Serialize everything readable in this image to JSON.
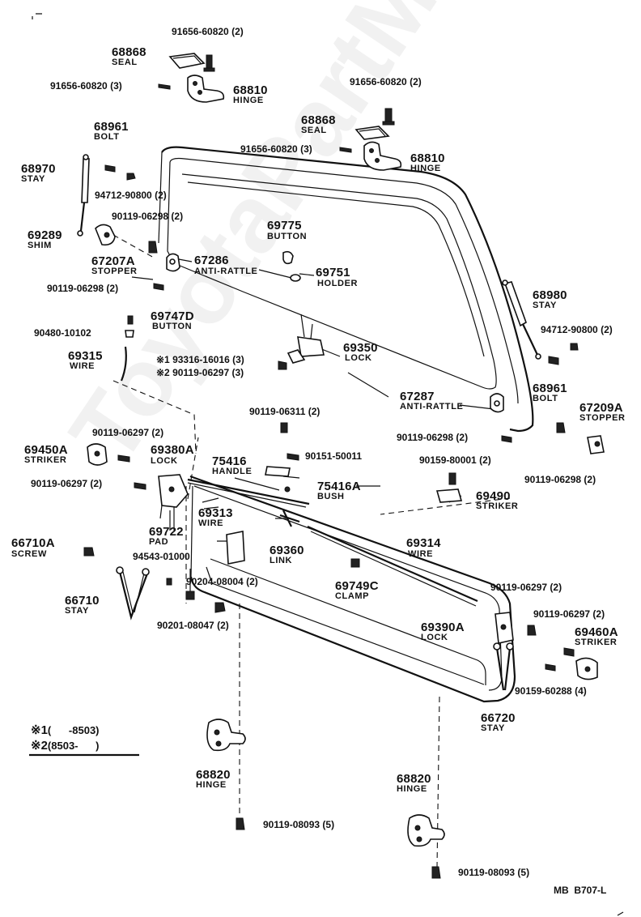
{
  "diagram": {
    "watermark": "ToyotaPartMine.ru",
    "code": "MB  B707-L",
    "legend": [
      {
        "mark": "※1",
        "range": "(      -8503)"
      },
      {
        "mark": "※2",
        "range": "(8503-      )"
      }
    ],
    "parts": [
      {
        "id": "p1",
        "number": "91656-60820 (2)"
      },
      {
        "id": "p2",
        "number": "68868",
        "name": "SEAL"
      },
      {
        "id": "p3",
        "number": "91656-60820 (3)"
      },
      {
        "id": "p4",
        "number": "68810",
        "name": "HINGE"
      },
      {
        "id": "p5",
        "number": "91656-60820 (2)"
      },
      {
        "id": "p6",
        "number": "68868",
        "name": "SEAL"
      },
      {
        "id": "p7",
        "number": "91656-60820 (3)"
      },
      {
        "id": "p8",
        "number": "68810",
        "name": "HINGE"
      },
      {
        "id": "p9",
        "number": "68961",
        "name": "BOLT"
      },
      {
        "id": "p10",
        "number": "68970",
        "name": "STAY"
      },
      {
        "id": "p11",
        "number": "94712-90800 (2)"
      },
      {
        "id": "p12",
        "number": "90119-06298 (2)"
      },
      {
        "id": "p13",
        "number": "69289",
        "name": "SHIM"
      },
      {
        "id": "p14",
        "number": "67207A",
        "name": "STOPPER"
      },
      {
        "id": "p15",
        "number": "67286",
        "name": "ANTI-RATTLE"
      },
      {
        "id": "p16",
        "number": "90119-06298 (2)"
      },
      {
        "id": "p17",
        "number": "69775",
        "name": "BUTTON"
      },
      {
        "id": "p18",
        "number": "69751",
        "name": "HOLDER"
      },
      {
        "id": "p19",
        "number": "68980",
        "name": "STAY"
      },
      {
        "id": "p20",
        "number": "69747D",
        "name": "BUTTON"
      },
      {
        "id": "p21",
        "number": "90480-10102"
      },
      {
        "id": "p22",
        "number": "94712-90800 (2)"
      },
      {
        "id": "p23",
        "number": "69315",
        "name": "WIRE"
      },
      {
        "id": "p24",
        "number": "69350",
        "name": "LOCK"
      },
      {
        "id": "p25",
        "number": "※1 93316-16016 (3)"
      },
      {
        "id": "p26",
        "number": "※2 90119-06297 (3)"
      },
      {
        "id": "p27",
        "number": "68961",
        "name": "BOLT"
      },
      {
        "id": "p28",
        "number": "67287",
        "name": "ANTI-RATTLE"
      },
      {
        "id": "p29",
        "number": "67209A",
        "name": "STOPPER"
      },
      {
        "id": "p30",
        "number": "90119-06311 (2)"
      },
      {
        "id": "p31",
        "number": "90119-06297 (2)"
      },
      {
        "id": "p32",
        "number": "90119-06298 (2)"
      },
      {
        "id": "p33",
        "number": "69450A",
        "name": "STRIKER"
      },
      {
        "id": "p34",
        "number": "69380A",
        "name": "LOCK"
      },
      {
        "id": "p35",
        "number": "75416",
        "name": "HANDLE"
      },
      {
        "id": "p36",
        "number": "90151-50011"
      },
      {
        "id": "p37",
        "number": "90159-80001 (2)"
      },
      {
        "id": "p38",
        "number": "90119-06297 (2)"
      },
      {
        "id": "p39",
        "number": "75416A",
        "name": "BUSH"
      },
      {
        "id": "p40",
        "number": "90119-06298 (2)"
      },
      {
        "id": "p41",
        "number": "69490",
        "name": "STRIKER"
      },
      {
        "id": "p42",
        "number": "69313",
        "name": "WIRE"
      },
      {
        "id": "p43",
        "number": "69722",
        "name": "PAD"
      },
      {
        "id": "p44",
        "number": "66710A",
        "name": "SCREW"
      },
      {
        "id": "p45",
        "number": "69360",
        "name": "LINK"
      },
      {
        "id": "p46",
        "number": "69314",
        "name": "WIRE"
      },
      {
        "id": "p47",
        "number": "94543-01000"
      },
      {
        "id": "p48",
        "number": "90204-08004 (2)"
      },
      {
        "id": "p49",
        "number": "69749C",
        "name": "CLAMP"
      },
      {
        "id": "p50",
        "number": "90119-06297 (2)"
      },
      {
        "id": "p51",
        "number": "66710",
        "name": "STAY"
      },
      {
        "id": "p52",
        "number": "90119-06297 (2)"
      },
      {
        "id": "p53",
        "number": "90201-08047 (2)"
      },
      {
        "id": "p54",
        "number": "69390A",
        "name": "LOCK"
      },
      {
        "id": "p55",
        "number": "69460A",
        "name": "STRIKER"
      },
      {
        "id": "p56",
        "number": "90159-60288 (4)"
      },
      {
        "id": "p57",
        "number": "66720",
        "name": "STAY"
      },
      {
        "id": "p58",
        "number": "68820",
        "name": "HINGE"
      },
      {
        "id": "p59",
        "number": "68820",
        "name": "HINGE"
      },
      {
        "id": "p60",
        "number": "90119-08093 (5)"
      },
      {
        "id": "p61",
        "number": "90119-08093 (5)"
      }
    ]
  }
}
